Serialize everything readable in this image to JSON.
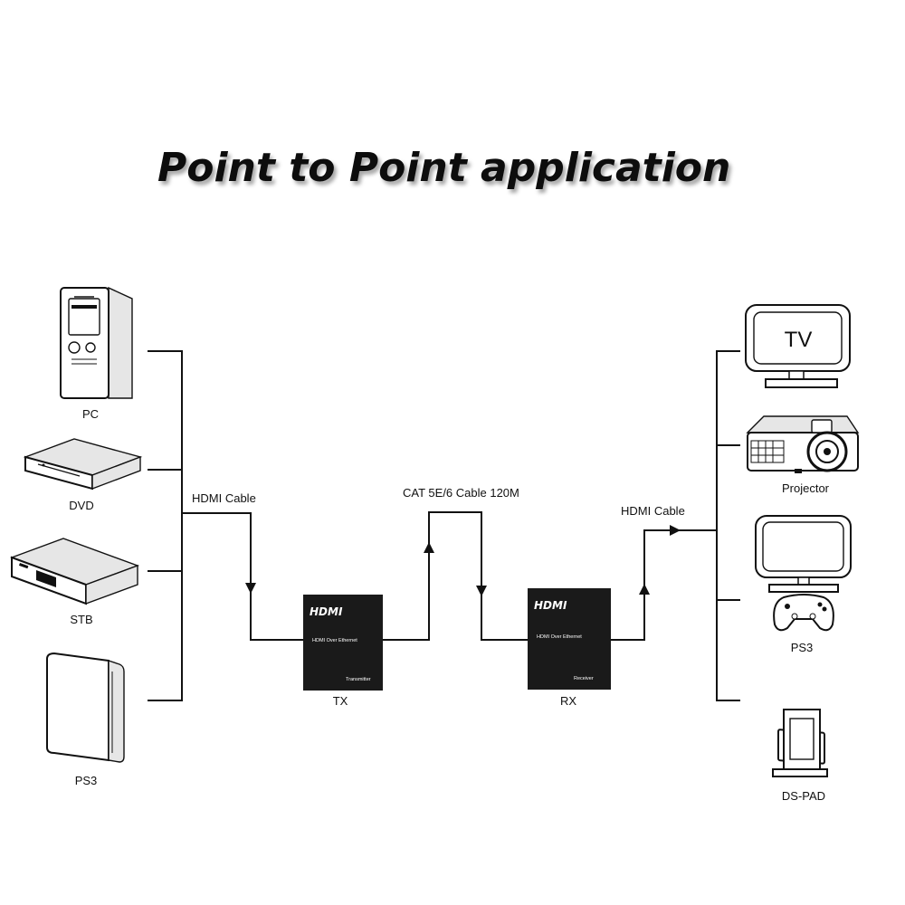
{
  "title": "Point to Point application",
  "sources": [
    {
      "label": "PC",
      "icon": "pc-tower-icon"
    },
    {
      "label": "DVD",
      "icon": "dvd-player-icon"
    },
    {
      "label": "STB",
      "icon": "set-top-box-icon"
    },
    {
      "label": "PS3",
      "icon": "ps3-console-icon"
    }
  ],
  "displays": [
    {
      "label": "",
      "icon": "tv-icon",
      "screen_text": "TV"
    },
    {
      "label": "Projector",
      "icon": "projector-icon"
    },
    {
      "label": "PS3",
      "icon": "ps3-monitor-gamepad-icon"
    },
    {
      "label": "DS-PAD",
      "icon": "ds-pad-kiosk-icon"
    }
  ],
  "cables": {
    "input": "HDMI Cable",
    "link": "CAT 5E/6 Cable 120M",
    "output": "HDMI Cable"
  },
  "transmitter": {
    "logo": "HDMI",
    "model": "HDMI Over Ethernet",
    "role": "Transmitter",
    "label": "TX"
  },
  "receiver": {
    "logo": "HDMI",
    "model": "HDMI Over Ethernet",
    "role": "Receiver",
    "label": "RX"
  },
  "colors": {
    "line": "#111111",
    "box": "#1a1a1a",
    "background": "#ffffff"
  }
}
